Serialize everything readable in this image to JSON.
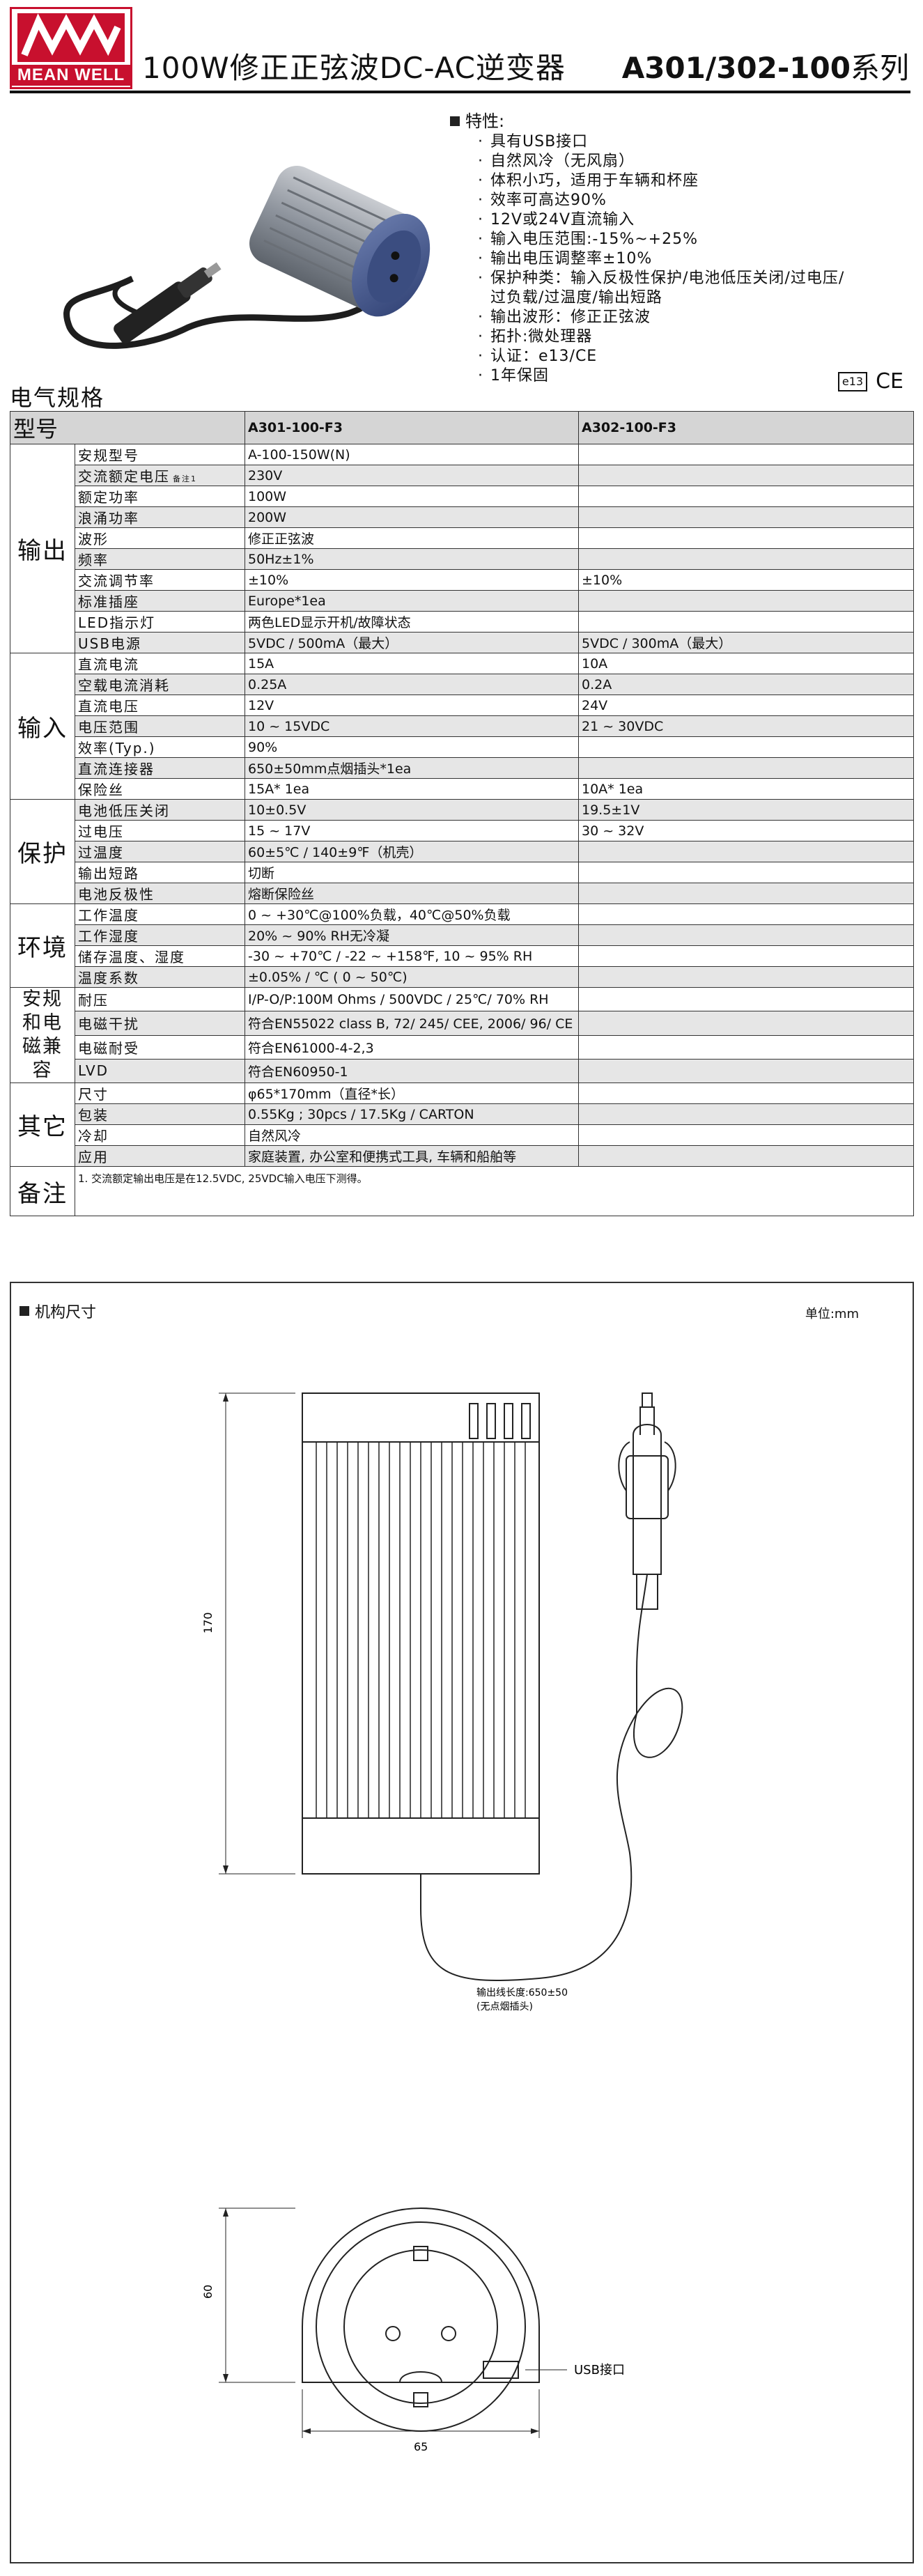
{
  "header": {
    "logo_text": "MEAN WELL",
    "title": "100W修正正弦波DC-AC逆变器",
    "series_model": "A301/302-100",
    "series_suffix": "系列"
  },
  "features": {
    "heading": "特性:",
    "items": [
      "具有USB接口",
      "自然风冷（无风扇）",
      "体积小巧，适用于车辆和杯座",
      "效率可高达90%",
      "12V或24V直流输入",
      "输入电压范围:-15%~+25%",
      "输出电压调整率±10%",
      "保护种类：输入反极性保护/电池低压关闭/过电压/",
      "过负载/过温度/输出短路",
      "输出波形：修正正弦波",
      "拓扑:微处理器",
      "认证：e13/CE",
      "1年保固"
    ]
  },
  "certs": {
    "e13": "e13",
    "ce": "CE"
  },
  "section_title": "电气规格",
  "table": {
    "header": {
      "model": "型号",
      "col1": "A301-100-F3",
      "col2": "A302-100-F3"
    },
    "groups": [
      {
        "name": "输出",
        "rows": [
          {
            "param": "安规型号",
            "v1": "A-100-150W(N)",
            "v2": "",
            "span": true
          },
          {
            "param": "交流额定电压",
            "note": "备注1",
            "v1": "230V",
            "v2": "",
            "span": true
          },
          {
            "param": "额定功率",
            "v1": "100W",
            "v2": "",
            "span": true
          },
          {
            "param": "浪涌功率",
            "v1": "200W",
            "v2": "",
            "span": true
          },
          {
            "param": "波形",
            "v1": "修正正弦波",
            "v2": "",
            "span": true
          },
          {
            "param": "频率",
            "v1": "50Hz±1%",
            "v2": "",
            "span": true
          },
          {
            "param": "交流调节率",
            "v1": "±10%",
            "v2": "±10%",
            "span": false
          },
          {
            "param": "标准插座",
            "v1": "Europe*1ea",
            "v2": "",
            "span": true
          },
          {
            "param": "LED指示灯",
            "v1": "两色LED显示开机/故障状态",
            "v2": "",
            "span": true
          },
          {
            "param": "USB电源",
            "v1": "5VDC / 500mA（最大）",
            "v2": "5VDC / 300mA（最大）",
            "span": false
          }
        ]
      },
      {
        "name": "输入",
        "rows": [
          {
            "param": "直流电流",
            "v1": "15A",
            "v2": "10A",
            "span": false
          },
          {
            "param": "空载电流消耗",
            "v1": "0.25A",
            "v2": "0.2A",
            "span": false
          },
          {
            "param": "直流电压",
            "v1": "12V",
            "v2": "24V",
            "span": false
          },
          {
            "param": "电压范围",
            "v1": "10 ~ 15VDC",
            "v2": "21 ~ 30VDC",
            "span": false
          },
          {
            "param": "效率(Typ.)",
            "v1": "90%",
            "v2": "",
            "span": true
          },
          {
            "param": "直流连接器",
            "v1": "650±50mm点烟插头*1ea",
            "v2": "",
            "span": true
          },
          {
            "param": "保险丝",
            "v1": "15A* 1ea",
            "v2": "10A* 1ea",
            "span": false
          }
        ]
      },
      {
        "name": "保护",
        "rows": [
          {
            "param": "电池低压关闭",
            "v1": "10±0.5V",
            "v2": "19.5±1V",
            "span": false
          },
          {
            "param": "过电压",
            "v1": "15 ~ 17V",
            "v2": "30 ~ 32V",
            "span": false
          },
          {
            "param": "过温度",
            "v1": "60±5℃ / 140±9℉（机壳）",
            "v2": "",
            "span": true
          },
          {
            "param": "输出短路",
            "v1": "切断",
            "v2": "",
            "span": true
          },
          {
            "param": "电池反极性",
            "v1": "熔断保险丝",
            "v2": "",
            "span": true
          }
        ]
      },
      {
        "name": "环境",
        "rows": [
          {
            "param": "工作温度",
            "v1": "0 ~ +30℃@100%负载，40℃@50%负载",
            "v2": "",
            "span": true
          },
          {
            "param": "工作湿度",
            "v1": "20% ~ 90% RH无冷凝",
            "v2": "",
            "span": true
          },
          {
            "param": "储存温度、湿度",
            "v1": "-30 ~ +70℃ / -22 ~ +158℉, 10 ~ 95% RH",
            "v2": "",
            "span": true
          },
          {
            "param": "温度系数",
            "v1": "±0.05% / ℃ ( 0 ~ 50℃)",
            "v2": "",
            "span": true
          }
        ]
      },
      {
        "name": "安规和电磁兼容",
        "rows": [
          {
            "param": "耐压",
            "v1": "I/P-O/P:100M Ohms / 500VDC / 25℃/ 70% RH",
            "v2": "",
            "span": true
          },
          {
            "param": "电磁干扰",
            "v1": "符合EN55022 class B, 72/ 245/ CEE, 2006/ 96/ CE",
            "v2": "",
            "span": true
          },
          {
            "param": "电磁耐受",
            "v1": "符合EN61000-4-2,3",
            "v2": "",
            "span": true
          },
          {
            "param": "LVD",
            "v1": "符合EN60950-1",
            "v2": "",
            "span": true
          }
        ]
      },
      {
        "name": "其它",
        "rows": [
          {
            "param": "尺寸",
            "v1": "φ65*170mm（直径*长）",
            "v2": "",
            "span": true
          },
          {
            "param": "包装",
            "v1": "0.55Kg ; 30pcs / 17.5Kg / CARTON",
            "v2": "",
            "span": true
          },
          {
            "param": "冷却",
            "v1": "自然风冷",
            "v2": "",
            "span": true
          },
          {
            "param": "应用",
            "v1": "家庭装置, 办公室和便携式工具, 车辆和船舶等",
            "v2": "",
            "span": true
          }
        ]
      },
      {
        "name": "备注",
        "rows": [
          {
            "param": "",
            "v1": "1. 交流额定输出电压是在12.5VDC, 25VDC输入电压下测得。",
            "v2": "",
            "span": true
          }
        ]
      }
    ]
  },
  "drawing": {
    "title": "机构尺寸",
    "unit": "单位:mm",
    "dim_length": "170",
    "dim_height": "60",
    "dim_width": "65",
    "cable_label_1": "输出线长度:650±50",
    "cable_label_2": "(无点烟插头)",
    "usb_label": "USB接口"
  }
}
